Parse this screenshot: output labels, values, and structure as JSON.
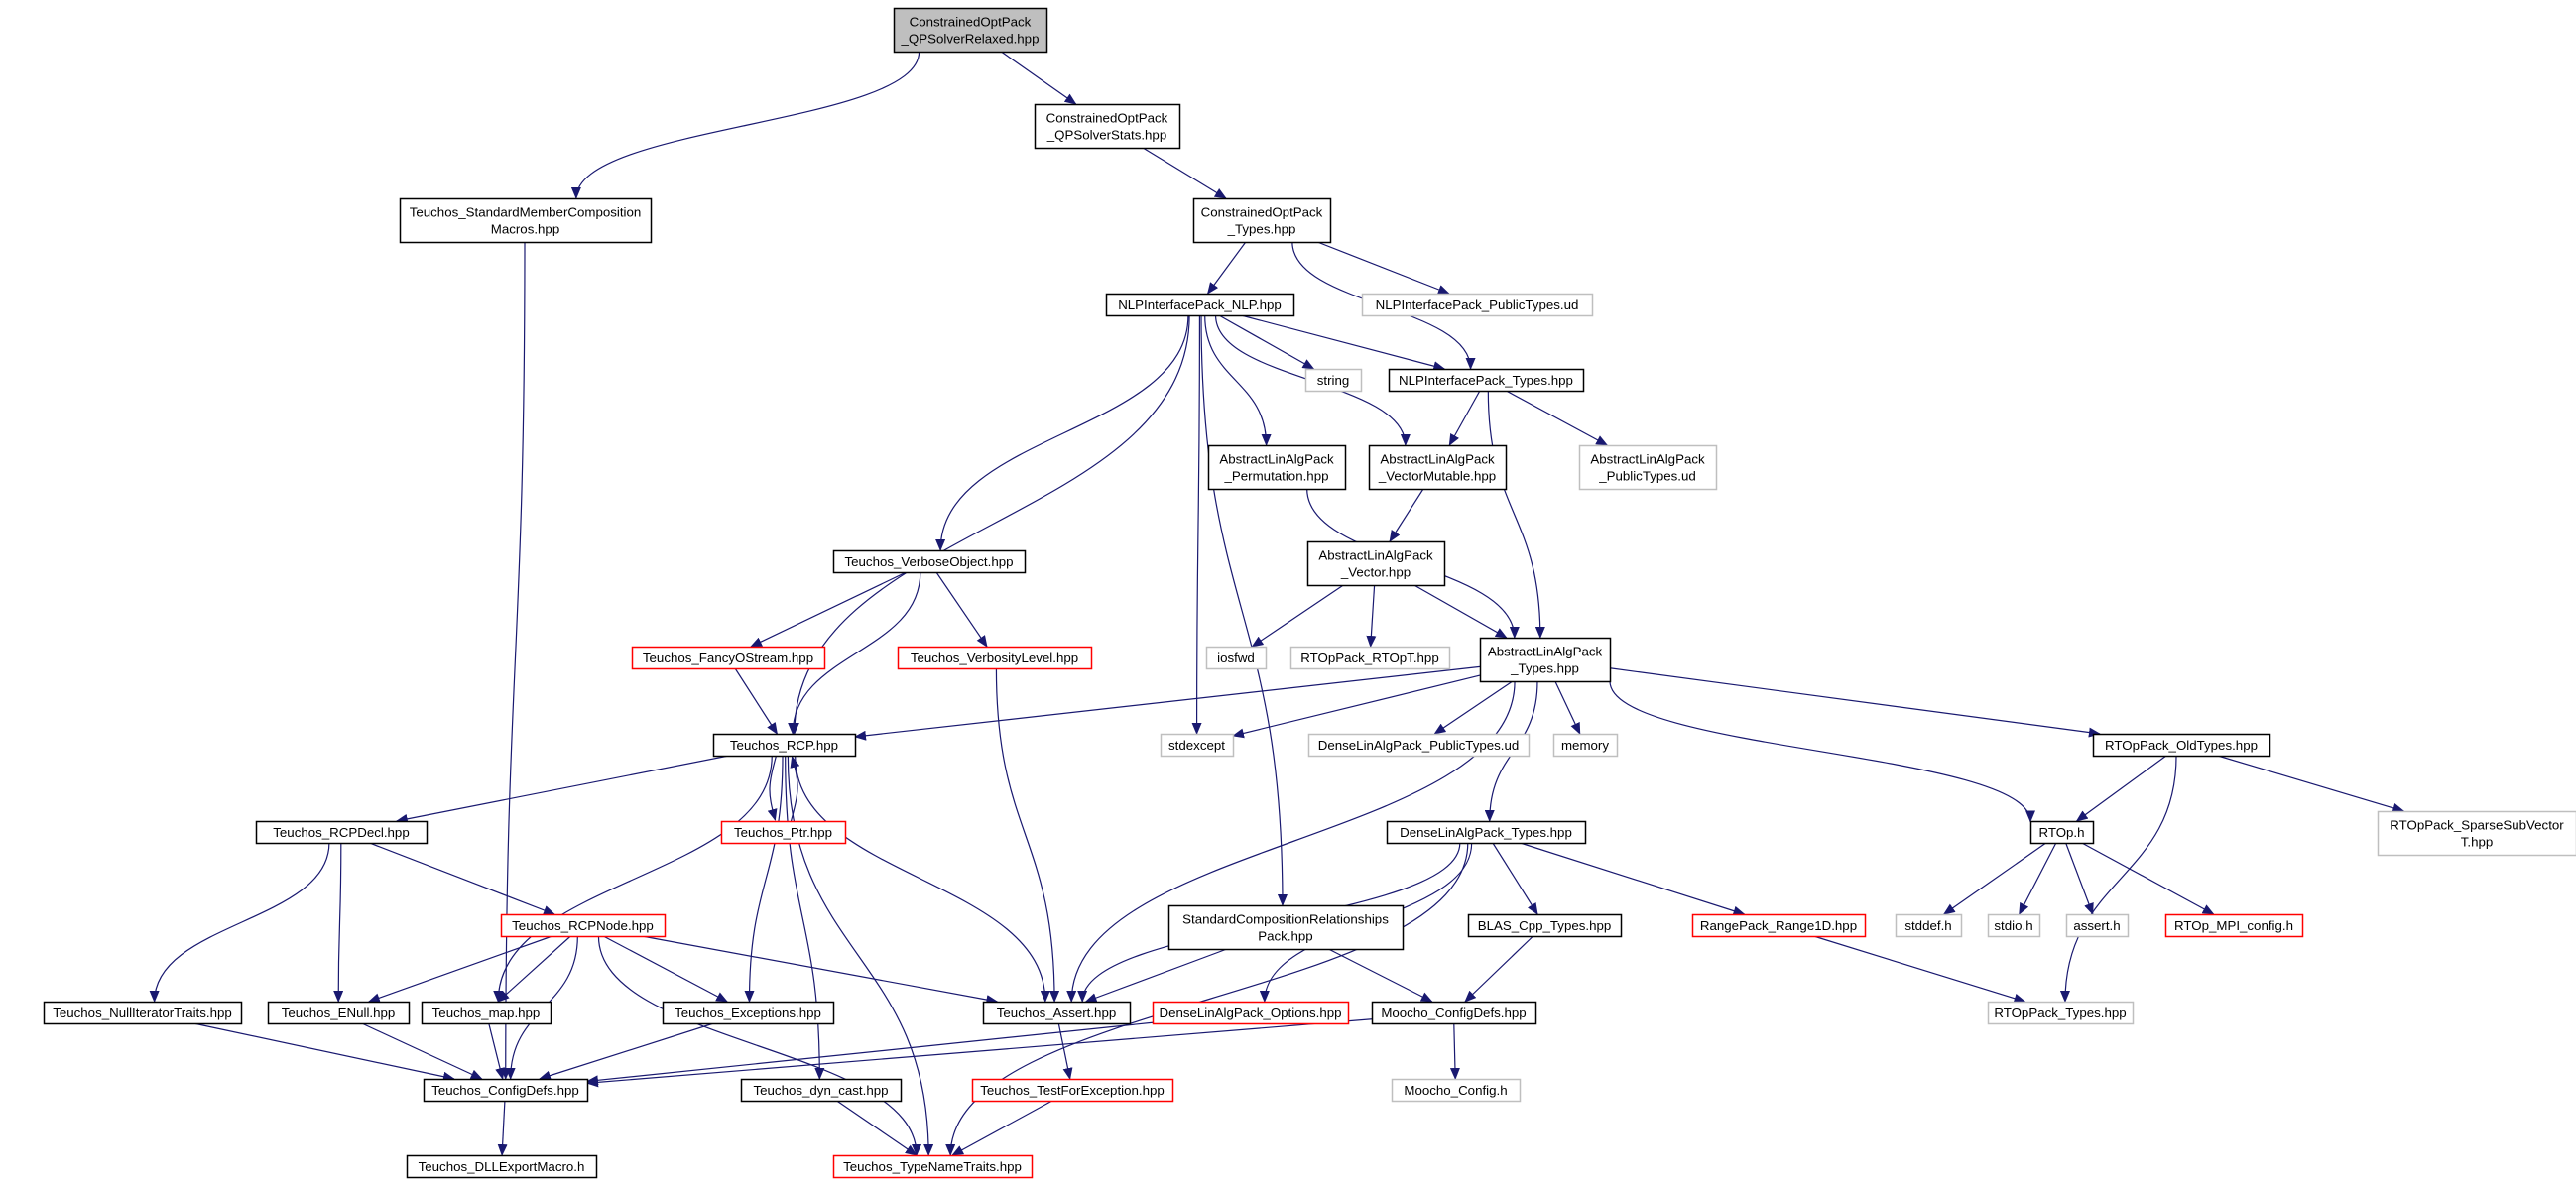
{
  "diagram": {
    "type": "include-dependency-graph",
    "colors": {
      "edge": "#191970",
      "node_border_normal": "#000000",
      "node_border_external": "#bfbfbf",
      "node_border_truncated": "#ff0000",
      "node_fill_root": "#bfbfbf",
      "node_fill": "#ffffff",
      "text": "#000000"
    },
    "nodes": [
      {
        "id": "root",
        "lines": [
          "ConstrainedOptPack",
          "_QPSolverRelaxed.hpp"
        ],
        "style": "root"
      },
      {
        "id": "qpstats",
        "lines": [
          "ConstrainedOptPack",
          "_QPSolverStats.hpp"
        ],
        "style": "normal"
      },
      {
        "id": "smcm",
        "lines": [
          "Teuchos_StandardMemberComposition",
          "Macros.hpp"
        ],
        "style": "normal"
      },
      {
        "id": "cotypes",
        "lines": [
          "ConstrainedOptPack",
          "_Types.hpp"
        ],
        "style": "normal"
      },
      {
        "id": "nlp",
        "lines": [
          "NLPInterfacePack_NLP.hpp"
        ],
        "style": "normal"
      },
      {
        "id": "nlppub",
        "lines": [
          "NLPInterfacePack_PublicTypes.ud"
        ],
        "style": "external"
      },
      {
        "id": "string",
        "lines": [
          "string"
        ],
        "style": "external"
      },
      {
        "id": "nlptypes",
        "lines": [
          "NLPInterfacePack_Types.hpp"
        ],
        "style": "normal"
      },
      {
        "id": "perm",
        "lines": [
          "AbstractLinAlgPack",
          "_Permutation.hpp"
        ],
        "style": "normal"
      },
      {
        "id": "vecmut",
        "lines": [
          "AbstractLinAlgPack",
          "_VectorMutable.hpp"
        ],
        "style": "normal"
      },
      {
        "id": "alapub",
        "lines": [
          "AbstractLinAlgPack",
          "_PublicTypes.ud"
        ],
        "style": "external"
      },
      {
        "id": "verbose",
        "lines": [
          "Teuchos_VerboseObject.hpp"
        ],
        "style": "normal"
      },
      {
        "id": "vector",
        "lines": [
          "AbstractLinAlgPack",
          "_Vector.hpp"
        ],
        "style": "normal"
      },
      {
        "id": "fancy",
        "lines": [
          "Teuchos_FancyOStream.hpp"
        ],
        "style": "truncated"
      },
      {
        "id": "verblevel",
        "lines": [
          "Teuchos_VerbosityLevel.hpp"
        ],
        "style": "truncated"
      },
      {
        "id": "iosfwd",
        "lines": [
          "iosfwd"
        ],
        "style": "external"
      },
      {
        "id": "rtopt",
        "lines": [
          "RTOpPack_RTOpT.hpp"
        ],
        "style": "external"
      },
      {
        "id": "alatypes",
        "lines": [
          "AbstractLinAlgPack",
          "_Types.hpp"
        ],
        "style": "normal"
      },
      {
        "id": "rcp",
        "lines": [
          "Teuchos_RCP.hpp"
        ],
        "style": "normal"
      },
      {
        "id": "stdexcept",
        "lines": [
          "stdexcept"
        ],
        "style": "external"
      },
      {
        "id": "dlapub",
        "lines": [
          "DenseLinAlgPack_PublicTypes.ud"
        ],
        "style": "external"
      },
      {
        "id": "memory",
        "lines": [
          "memory"
        ],
        "style": "external"
      },
      {
        "id": "oldtypes",
        "lines": [
          "RTOpPack_OldTypes.hpp"
        ],
        "style": "normal"
      },
      {
        "id": "rcpdecl",
        "lines": [
          "Teuchos_RCPDecl.hpp"
        ],
        "style": "normal"
      },
      {
        "id": "ptr",
        "lines": [
          "Teuchos_Ptr.hpp"
        ],
        "style": "truncated"
      },
      {
        "id": "dlatypes",
        "lines": [
          "DenseLinAlgPack_Types.hpp"
        ],
        "style": "normal"
      },
      {
        "id": "rtoph",
        "lines": [
          "RTOp.h"
        ],
        "style": "normal"
      },
      {
        "id": "sparse",
        "lines": [
          "RTOpPack_SparseSubVector",
          "T.hpp"
        ],
        "style": "external"
      },
      {
        "id": "rcpnode",
        "lines": [
          "Teuchos_RCPNode.hpp"
        ],
        "style": "truncated"
      },
      {
        "id": "scr",
        "lines": [
          "StandardCompositionRelationships",
          "Pack.hpp"
        ],
        "style": "normal"
      },
      {
        "id": "blas",
        "lines": [
          "BLAS_Cpp_Types.hpp"
        ],
        "style": "normal"
      },
      {
        "id": "range",
        "lines": [
          "RangePack_Range1D.hpp"
        ],
        "style": "truncated"
      },
      {
        "id": "stddef",
        "lines": [
          "stddef.h"
        ],
        "style": "external"
      },
      {
        "id": "stdio",
        "lines": [
          "stdio.h"
        ],
        "style": "external"
      },
      {
        "id": "asserth",
        "lines": [
          "assert.h"
        ],
        "style": "external"
      },
      {
        "id": "mpiconf",
        "lines": [
          "RTOp_MPI_config.h"
        ],
        "style": "truncated"
      },
      {
        "id": "nulliter",
        "lines": [
          "Teuchos_NullIteratorTraits.hpp"
        ],
        "style": "normal"
      },
      {
        "id": "enull",
        "lines": [
          "Teuchos_ENull.hpp"
        ],
        "style": "normal"
      },
      {
        "id": "map",
        "lines": [
          "Teuchos_map.hpp"
        ],
        "style": "normal"
      },
      {
        "id": "exceptions",
        "lines": [
          "Teuchos_Exceptions.hpp"
        ],
        "style": "normal"
      },
      {
        "id": "tassert",
        "lines": [
          "Teuchos_Assert.hpp"
        ],
        "style": "normal"
      },
      {
        "id": "dlaopts",
        "lines": [
          "DenseLinAlgPack_Options.hpp"
        ],
        "style": "truncated"
      },
      {
        "id": "moochodefs",
        "lines": [
          "Moocho_ConfigDefs.hpp"
        ],
        "style": "normal"
      },
      {
        "id": "rtoptypes",
        "lines": [
          "RTOpPack_Types.hpp"
        ],
        "style": "external"
      },
      {
        "id": "configdefs",
        "lines": [
          "Teuchos_ConfigDefs.hpp"
        ],
        "style": "normal"
      },
      {
        "id": "dyncast",
        "lines": [
          "Teuchos_dyn_cast.hpp"
        ],
        "style": "normal"
      },
      {
        "id": "testexc",
        "lines": [
          "Teuchos_TestForException.hpp"
        ],
        "style": "truncated"
      },
      {
        "id": "moochoconf",
        "lines": [
          "Moocho_Config.h"
        ],
        "style": "external"
      },
      {
        "id": "dllexport",
        "lines": [
          "Teuchos_DLLExportMacro.h"
        ],
        "style": "normal"
      },
      {
        "id": "typename",
        "lines": [
          "Teuchos_TypeNameTraits.hpp"
        ],
        "style": "truncated"
      }
    ],
    "edges": [
      [
        "root",
        "qpstats"
      ],
      [
        "root",
        "smcm"
      ],
      [
        "qpstats",
        "cotypes"
      ],
      [
        "smcm",
        "configdefs"
      ],
      [
        "cotypes",
        "nlp"
      ],
      [
        "cotypes",
        "nlppub"
      ],
      [
        "cotypes",
        "nlptypes"
      ],
      [
        "nlp",
        "string"
      ],
      [
        "nlp",
        "nlptypes"
      ],
      [
        "nlp",
        "perm"
      ],
      [
        "nlp",
        "vecmut"
      ],
      [
        "nlp",
        "verbose"
      ],
      [
        "nlp",
        "rcp"
      ],
      [
        "nlp",
        "stdexcept"
      ],
      [
        "nlp",
        "scr"
      ],
      [
        "nlptypes",
        "vecmut"
      ],
      [
        "nlptypes",
        "alapub"
      ],
      [
        "nlptypes",
        "alatypes"
      ],
      [
        "perm",
        "alatypes"
      ],
      [
        "vecmut",
        "vector"
      ],
      [
        "vector",
        "iosfwd"
      ],
      [
        "vector",
        "rtopt"
      ],
      [
        "vector",
        "alatypes"
      ],
      [
        "verbose",
        "fancy"
      ],
      [
        "verbose",
        "verblevel"
      ],
      [
        "verbose",
        "rcp"
      ],
      [
        "fancy",
        "rcp"
      ],
      [
        "verblevel",
        "tassert"
      ],
      [
        "alatypes",
        "rcp"
      ],
      [
        "alatypes",
        "stdexcept"
      ],
      [
        "alatypes",
        "dlapub"
      ],
      [
        "alatypes",
        "memory"
      ],
      [
        "alatypes",
        "oldtypes"
      ],
      [
        "alatypes",
        "rtoph"
      ],
      [
        "alatypes",
        "dlatypes"
      ],
      [
        "alatypes",
        "tassert"
      ],
      [
        "rcp",
        "rcpdecl"
      ],
      [
        "rcp",
        "ptr"
      ],
      [
        "rcp",
        "map"
      ],
      [
        "rcp",
        "exceptions"
      ],
      [
        "rcp",
        "tassert"
      ],
      [
        "rcp",
        "dyncast"
      ],
      [
        "rcp",
        "typename"
      ],
      [
        "ptr",
        "rcp"
      ],
      [
        "oldtypes",
        "rtoph"
      ],
      [
        "oldtypes",
        "sparse"
      ],
      [
        "oldtypes",
        "rtoptypes"
      ],
      [
        "rtoph",
        "stddef"
      ],
      [
        "rtoph",
        "stdio"
      ],
      [
        "rtoph",
        "asserth"
      ],
      [
        "rtoph",
        "mpiconf"
      ],
      [
        "rcpdecl",
        "nulliter"
      ],
      [
        "rcpdecl",
        "enull"
      ],
      [
        "rcpdecl",
        "rcpnode"
      ],
      [
        "rcpnode",
        "enull"
      ],
      [
        "rcpnode",
        "map"
      ],
      [
        "rcpnode",
        "exceptions"
      ],
      [
        "rcpnode",
        "tassert"
      ],
      [
        "rcpnode",
        "configdefs"
      ],
      [
        "rcpnode",
        "typename"
      ],
      [
        "dlatypes",
        "tassert"
      ],
      [
        "dlatypes",
        "blas"
      ],
      [
        "dlatypes",
        "range"
      ],
      [
        "dlatypes",
        "dlaopts"
      ],
      [
        "dlatypes",
        "typename"
      ],
      [
        "scr",
        "tassert"
      ],
      [
        "scr",
        "moochodefs"
      ],
      [
        "blas",
        "moochodefs"
      ],
      [
        "range",
        "rtoptypes"
      ],
      [
        "nulliter",
        "configdefs"
      ],
      [
        "enull",
        "configdefs"
      ],
      [
        "map",
        "configdefs"
      ],
      [
        "exceptions",
        "configdefs"
      ],
      [
        "tassert",
        "testexc"
      ],
      [
        "dlaopts",
        "configdefs"
      ],
      [
        "moochodefs",
        "configdefs"
      ],
      [
        "moochodefs",
        "moochoconf"
      ],
      [
        "configdefs",
        "dllexport"
      ],
      [
        "dyncast",
        "typename"
      ],
      [
        "testexc",
        "typename"
      ]
    ]
  }
}
